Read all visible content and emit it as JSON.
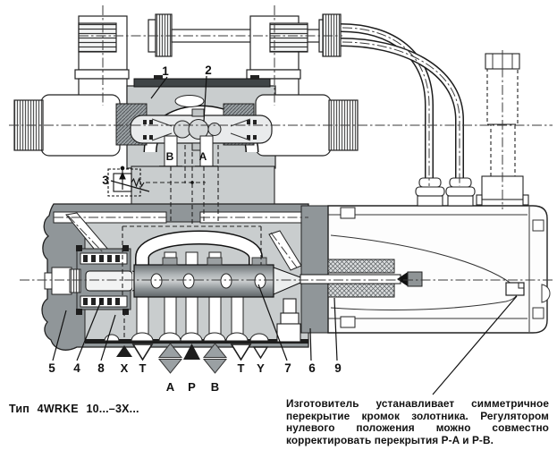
{
  "diagram": {
    "caption": "Тип 4WRKE 10...–3X...",
    "note_lines": [
      "Изготовитель устанавливает симметричное",
      "перекрытие кромок золотника. Регулятором",
      "нулевого положения можно совместно",
      "корректировать перекрытия P-A и P-B."
    ],
    "callouts": {
      "c1": "1",
      "c2": "2",
      "c3": "3",
      "c4": "4",
      "c5": "5",
      "c6": "6",
      "c7": "7",
      "c8": "8",
      "c9": "9"
    },
    "pilot_ports": {
      "b": "B",
      "a": "A"
    },
    "main_ports": {
      "x": "X",
      "t1": "T",
      "a": "A",
      "p": "P",
      "b": "B",
      "t2": "T",
      "y": "Y"
    },
    "colors": {
      "casting_gray": "#909699",
      "body_gray": "#c9cdce",
      "port_arrow_gray": "#9aa0a3",
      "line_black": "#1d1d1d",
      "background": "#ffffff"
    }
  }
}
